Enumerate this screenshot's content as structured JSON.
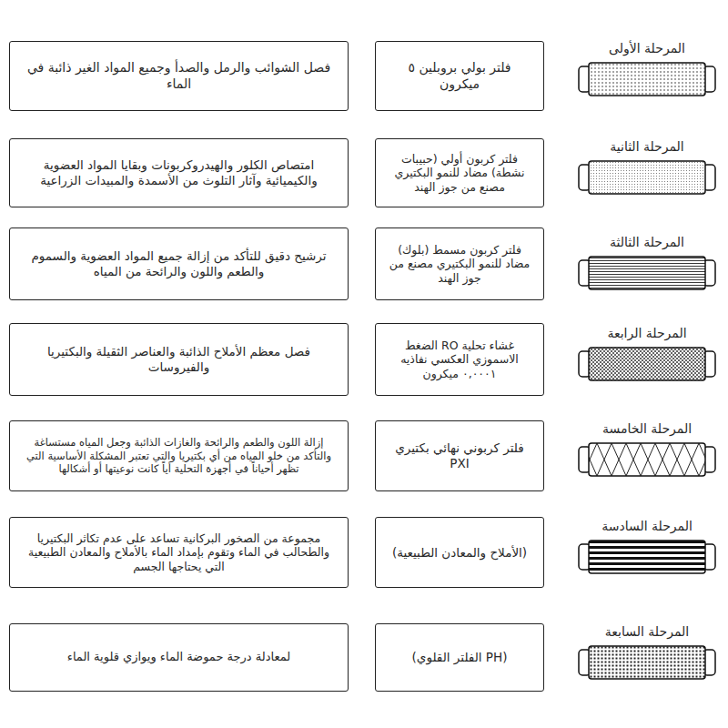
{
  "diagram": {
    "nodes": [
      {
        "text": [
          "فلتر بولي بروبلين ٥ ميكرون"
        ]
      },
      {
        "text": [
          "فصل الشوائب والرمل والصدأ وجميع المواد الغير ذائبة في الماء"
        ]
      },
      {
        "text": [
          "فلتر كربون أولي (حبيبات نشطة) مضاد للنمو البكتيري مصنع من جوز الهند"
        ]
      },
      {
        "text": [
          "امتصاص الكلور والهيدروكربونات وبقايا المواد العضوية والكيميائية وآثار التلوث من الأسمدة والمبيدات الزراعية"
        ]
      },
      {
        "text": [
          "فلتر كربون مسمط (بلوك) مضاد للنمو البكتيري مصنع من جوز الهند"
        ]
      },
      {
        "text": [
          "ترشيح دقيق للتأكد من إزالة جميع المواد العضوية والسموم والطعم واللون والرائحة من المياه"
        ]
      },
      {
        "text": [
          "غشاء تحلية RO الضغط الاسموزي العكسي نفاذيه ٠,٠٠٠١ ميكرون"
        ]
      },
      {
        "text": [
          "فصل معظم الأملاح الذائبة والعناصر الثقيلة والبكتيريا والفيروسات"
        ]
      },
      {
        "text": [
          "فلتر كربوني نهائي بكتيري PXI"
        ]
      },
      {
        "text": [
          "إزالة اللون والطعم والرائحة والغازات الذائبة وجعل المياه مستساغة والتأكد من خلو المياه من أي بكتيريا والتي تعتبر المشكلة الأساسية التي تظهر أحياناً في أجهزة التحلية أياً كانت نوعيتها أو أشكالها"
        ]
      },
      {
        "text": [
          "(الأملاح والمعادن الطبيعية)"
        ]
      },
      {
        "text": [
          "مجموعة من الصخور البركانية تساعد على عدم تكاثر البكتيريا والطحالب في الماء وتقوم بإمداد الماء بالأملاح والمعادن الطبيعية التي يحتاجها الجسم"
        ]
      },
      {
        "text": [
          "(PH الفلتر القلوي)"
        ]
      },
      {
        "text": [
          "لمعادلة درجة حموضة الماء ويوازي قلوية الماء"
        ]
      }
    ],
    "labels": [
      "المرحلة الأولى",
      "المرحلة الثانية",
      "المرحلة الثالثة",
      "المرحلة الرابعة",
      "المرحلة الخامسة",
      "المرحلة السادسة",
      "المرحلة السابعة"
    ]
  }
}
